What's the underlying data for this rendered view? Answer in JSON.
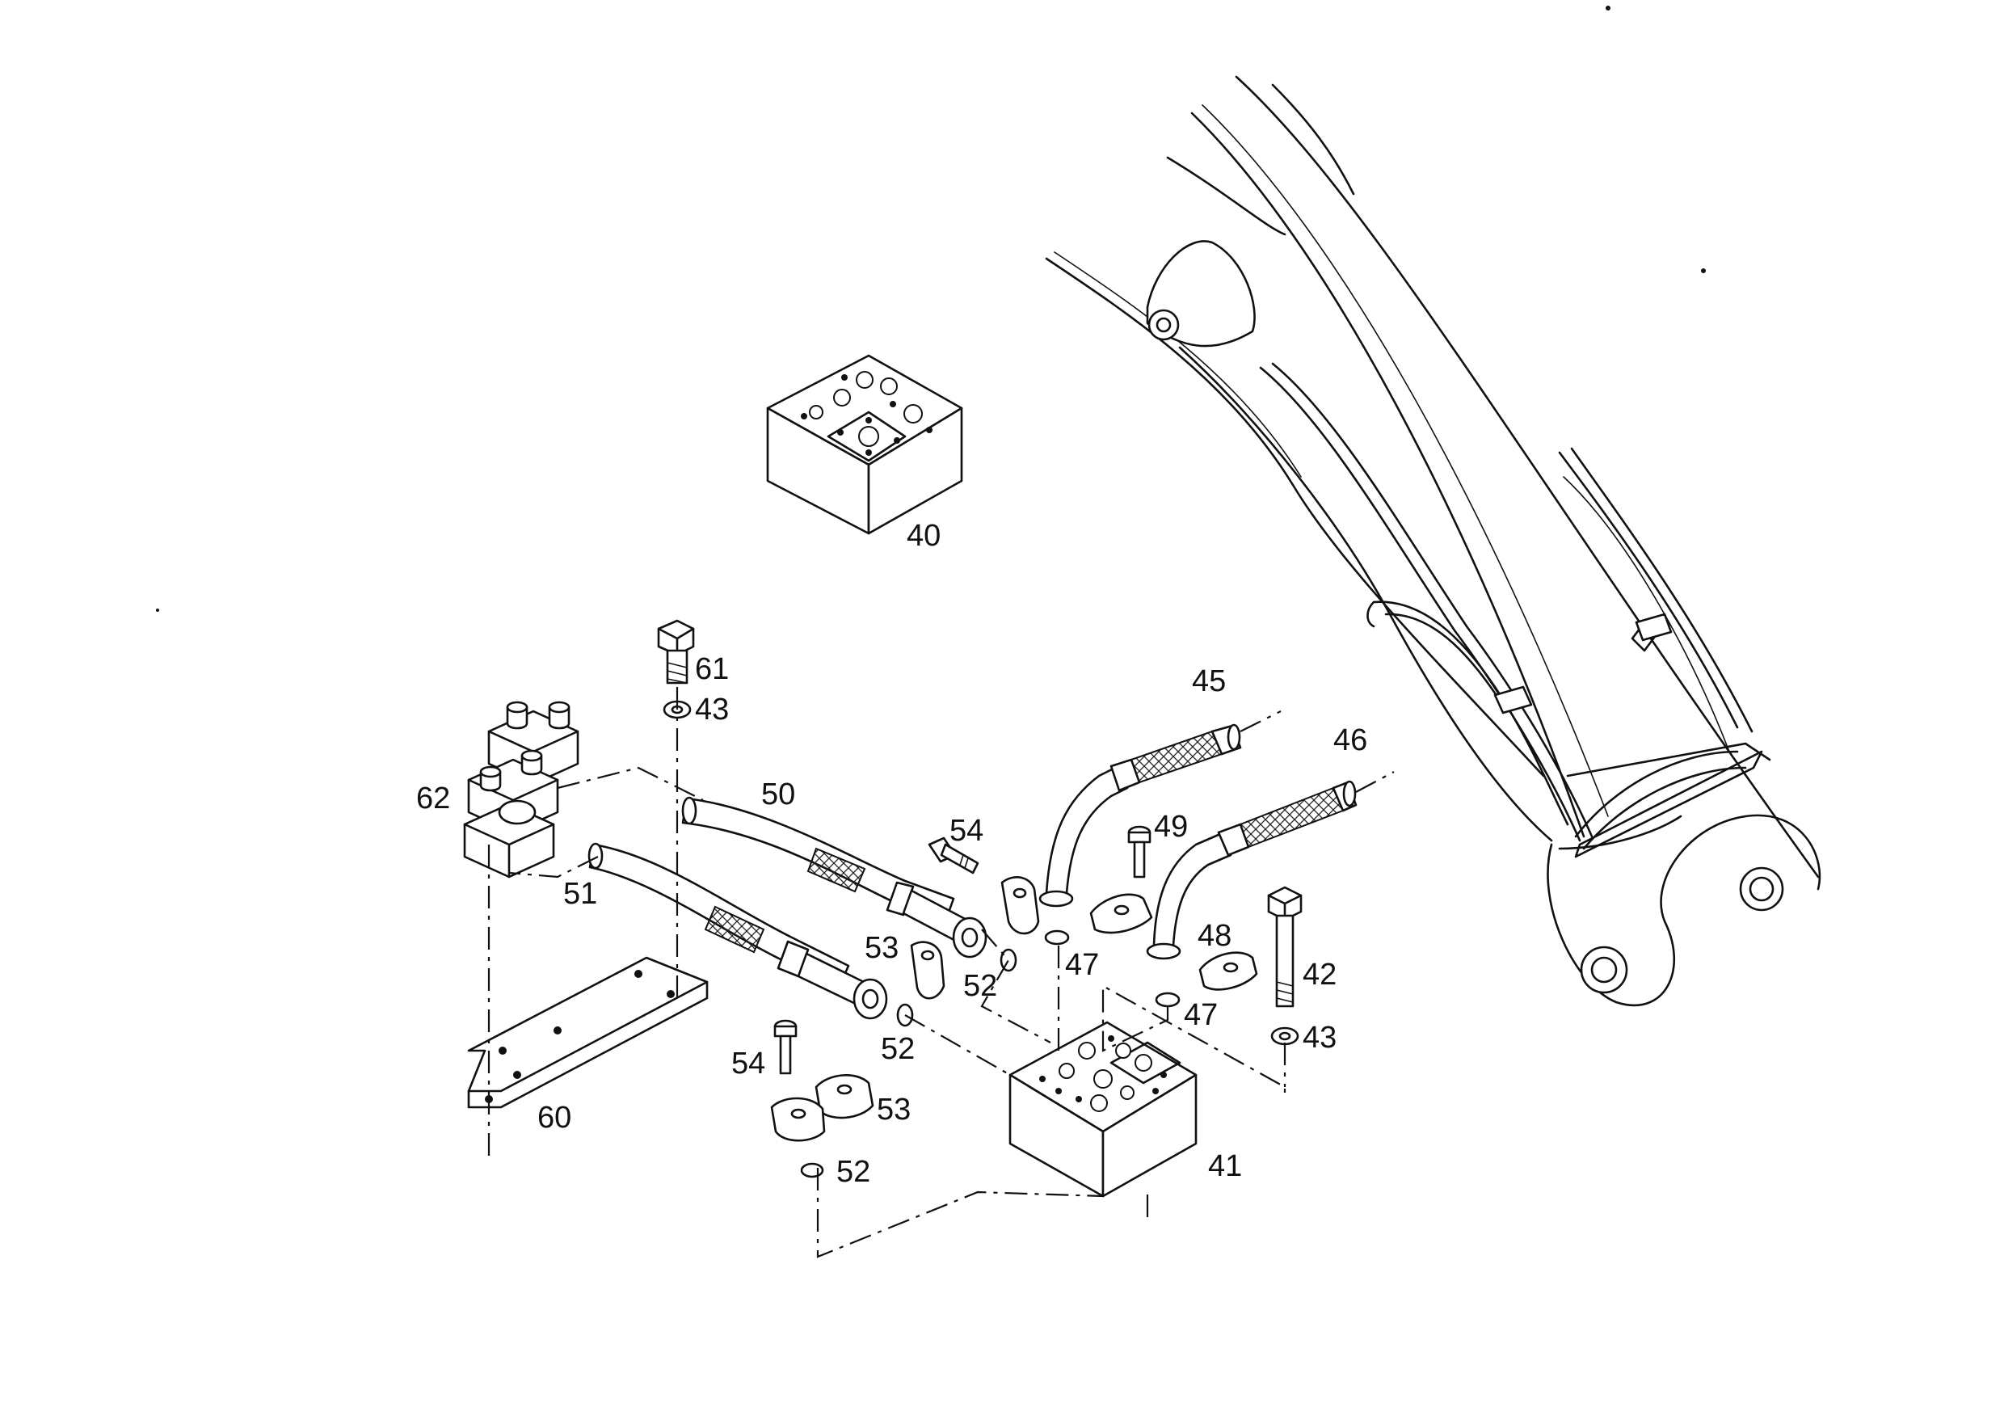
{
  "diagram": {
    "callouts": [
      {
        "id": "40",
        "text": "40"
      },
      {
        "id": "41",
        "text": "41"
      },
      {
        "id": "42",
        "text": "42"
      },
      {
        "id": "43a",
        "text": "43"
      },
      {
        "id": "43b",
        "text": "43"
      },
      {
        "id": "45",
        "text": "45"
      },
      {
        "id": "46",
        "text": "46"
      },
      {
        "id": "47a",
        "text": "47"
      },
      {
        "id": "47b",
        "text": "47"
      },
      {
        "id": "48",
        "text": "48"
      },
      {
        "id": "49",
        "text": "49"
      },
      {
        "id": "50",
        "text": "50"
      },
      {
        "id": "51",
        "text": "51"
      },
      {
        "id": "52a",
        "text": "52"
      },
      {
        "id": "52b",
        "text": "52"
      },
      {
        "id": "52c",
        "text": "52"
      },
      {
        "id": "53a",
        "text": "53"
      },
      {
        "id": "53b",
        "text": "53"
      },
      {
        "id": "54a",
        "text": "54"
      },
      {
        "id": "54b",
        "text": "54"
      },
      {
        "id": "60",
        "text": "60"
      },
      {
        "id": "61",
        "text": "61"
      },
      {
        "id": "62",
        "text": "62"
      }
    ]
  }
}
